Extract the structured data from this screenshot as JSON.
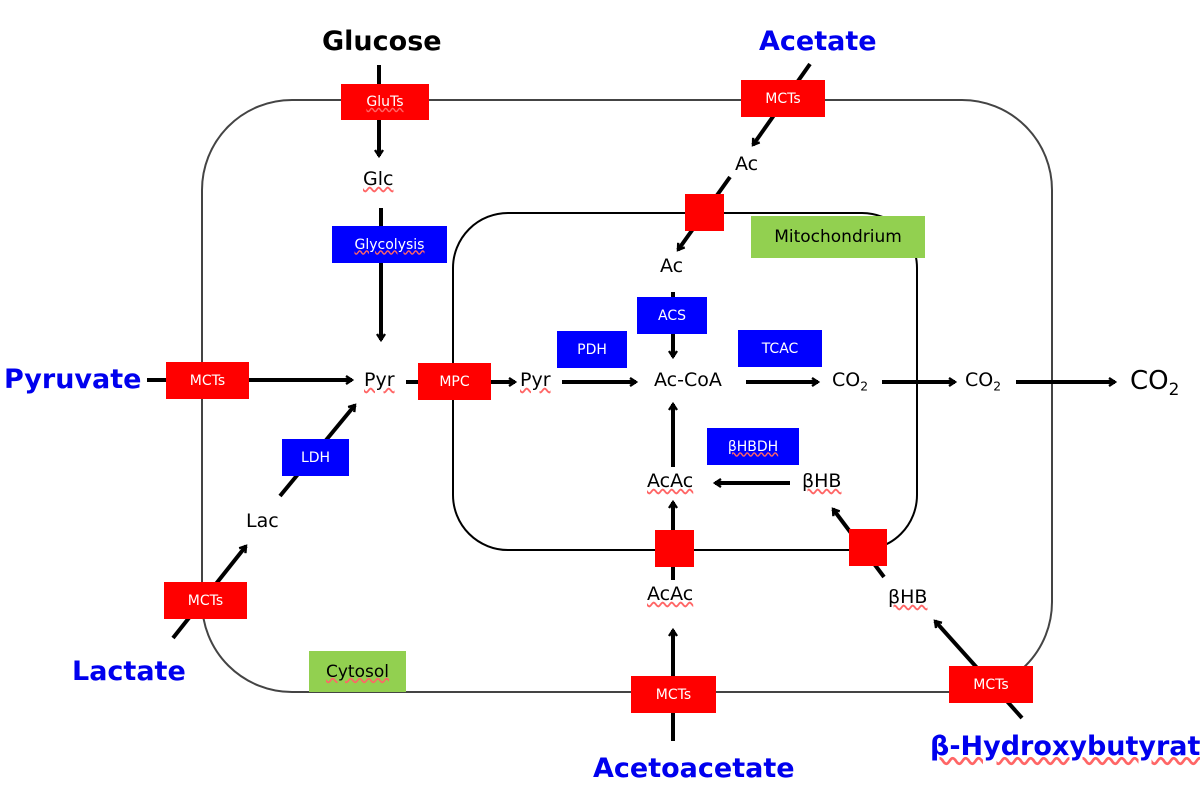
{
  "compartments": {
    "cytosol": "Cytosol",
    "mitochondrion": "Mitochondrium"
  },
  "external_substrates": {
    "glucose": "Glucose",
    "acetate": "Acetate",
    "pyruvate": "Pyruvate",
    "lactate": "Lactate",
    "acetoacetate": "Acetoacetate",
    "beta_hydroxybutyrate": "β-Hydroxybutyrate",
    "co2_out": "CO",
    "co2_out_sub": "2"
  },
  "metabolites": {
    "glc": "Glc",
    "ac_cyto": "Ac",
    "ac_mito": "Ac",
    "pyr_cyto": "Pyr",
    "pyr_mito": "Pyr",
    "lac": "Lac",
    "accoa": "Ac-CoA",
    "co2_mito": "CO",
    "co2_cyto": "CO",
    "co2_sub": "2",
    "acac_mito": "AcAc",
    "acac_cyto": "AcAc",
    "bhb_mito": "βHB",
    "bhb_cyto": "βHB"
  },
  "transporters": {
    "gluts": "GluTs",
    "mct_acetate": "MCTs",
    "mct_pyruvate": "MCTs",
    "mct_lactate": "MCTs",
    "mct_acetoacetate": "MCTs",
    "mct_bhb": "MCTs",
    "mpc": "MPC"
  },
  "enzymes": {
    "glycolysis": "Glycolysis",
    "ldh": "LDH",
    "pdh": "PDH",
    "acs": "ACS",
    "tcac": "TCAC",
    "bhbdh": "βHBDH"
  },
  "colors": {
    "transporter": "#ff0000",
    "enzyme": "#0000ff",
    "compartment_label": "#92d050",
    "external_substrate": "#0000ee"
  }
}
